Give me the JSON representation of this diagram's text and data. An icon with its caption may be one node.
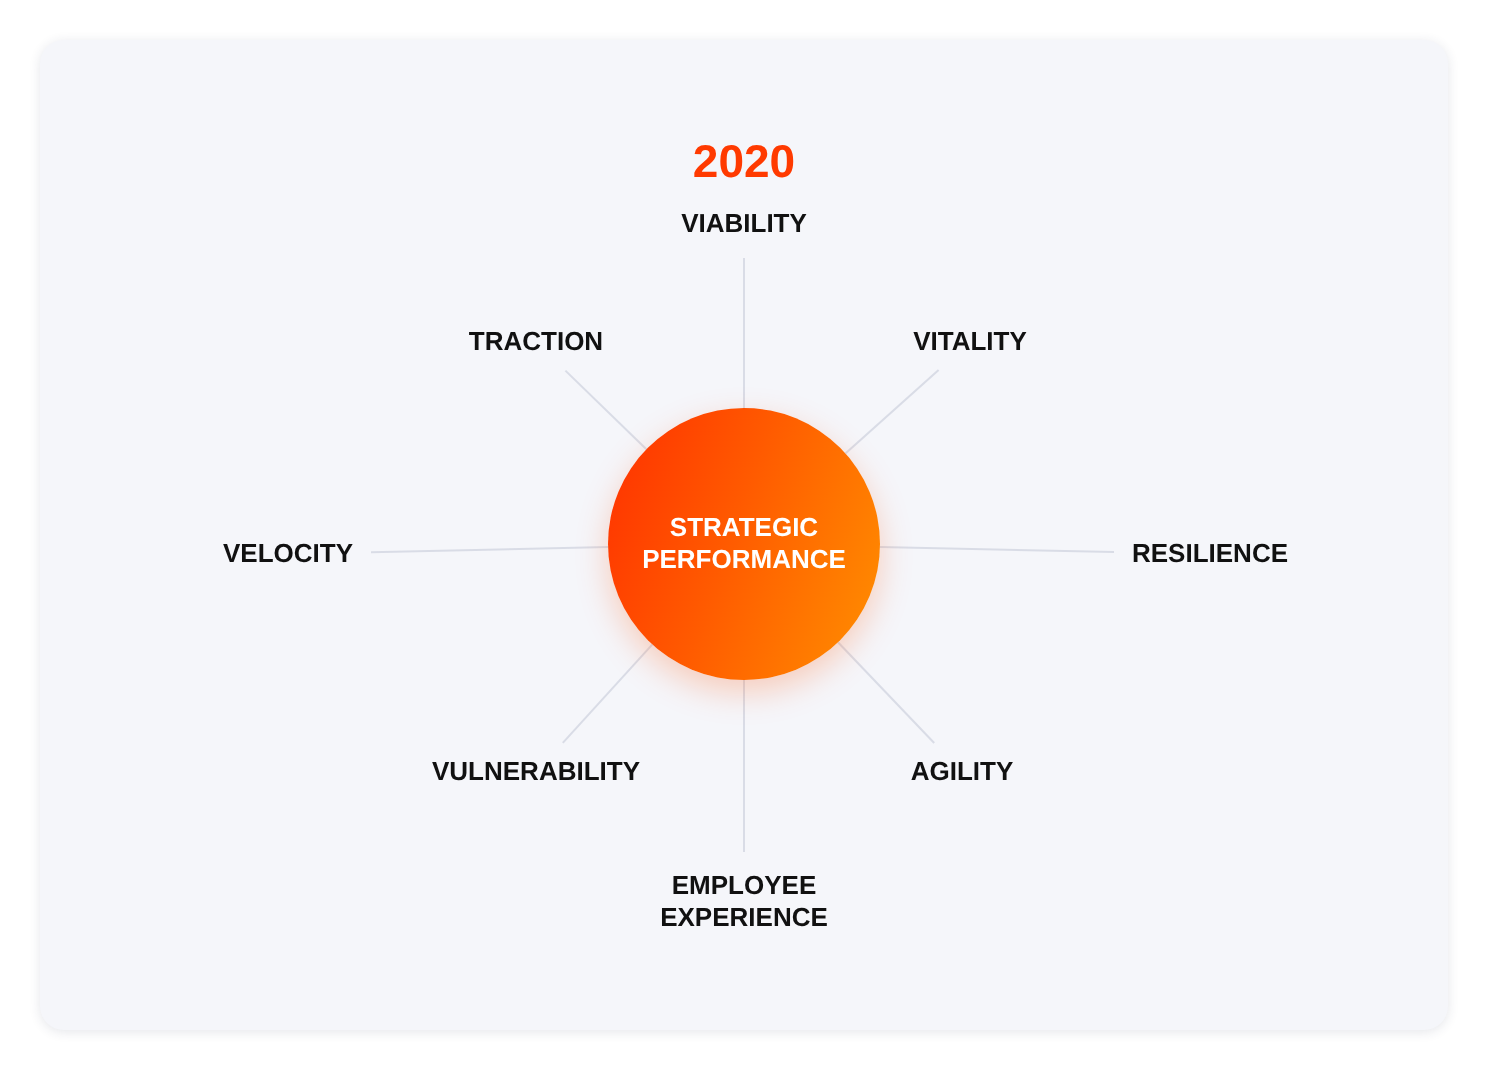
{
  "diagram": {
    "title": "2020",
    "nodes": [
      {
        "text": [
          "VIABILITY"
        ]
      },
      {
        "text": [
          "TRACTION"
        ]
      },
      {
        "text": [
          "VITALITY"
        ]
      },
      {
        "text": [
          "VELOCITY"
        ]
      },
      {
        "text": [
          "STRATEGIC PERFORMANCE"
        ]
      },
      {
        "text": [
          "RESILIENCE"
        ]
      },
      {
        "text": [
          "VULNERABILITY"
        ]
      },
      {
        "text": [
          "AGILITY"
        ]
      },
      {
        "text": [
          "EMPLOYEE EXPERIENCE"
        ]
      }
    ],
    "edges": [
      {
        "from": 4,
        "to": 0,
        "arrow": "none"
      },
      {
        "from": 4,
        "to": 1,
        "arrow": "none"
      },
      {
        "from": 4,
        "to": 2,
        "arrow": "none"
      },
      {
        "from": 4,
        "to": 3,
        "arrow": "none"
      },
      {
        "from": 4,
        "to": 5,
        "arrow": "none"
      },
      {
        "from": 4,
        "to": 6,
        "arrow": "none"
      },
      {
        "from": 4,
        "to": 7,
        "arrow": "none"
      },
      {
        "from": 4,
        "to": 8,
        "arrow": "none"
      }
    ]
  }
}
